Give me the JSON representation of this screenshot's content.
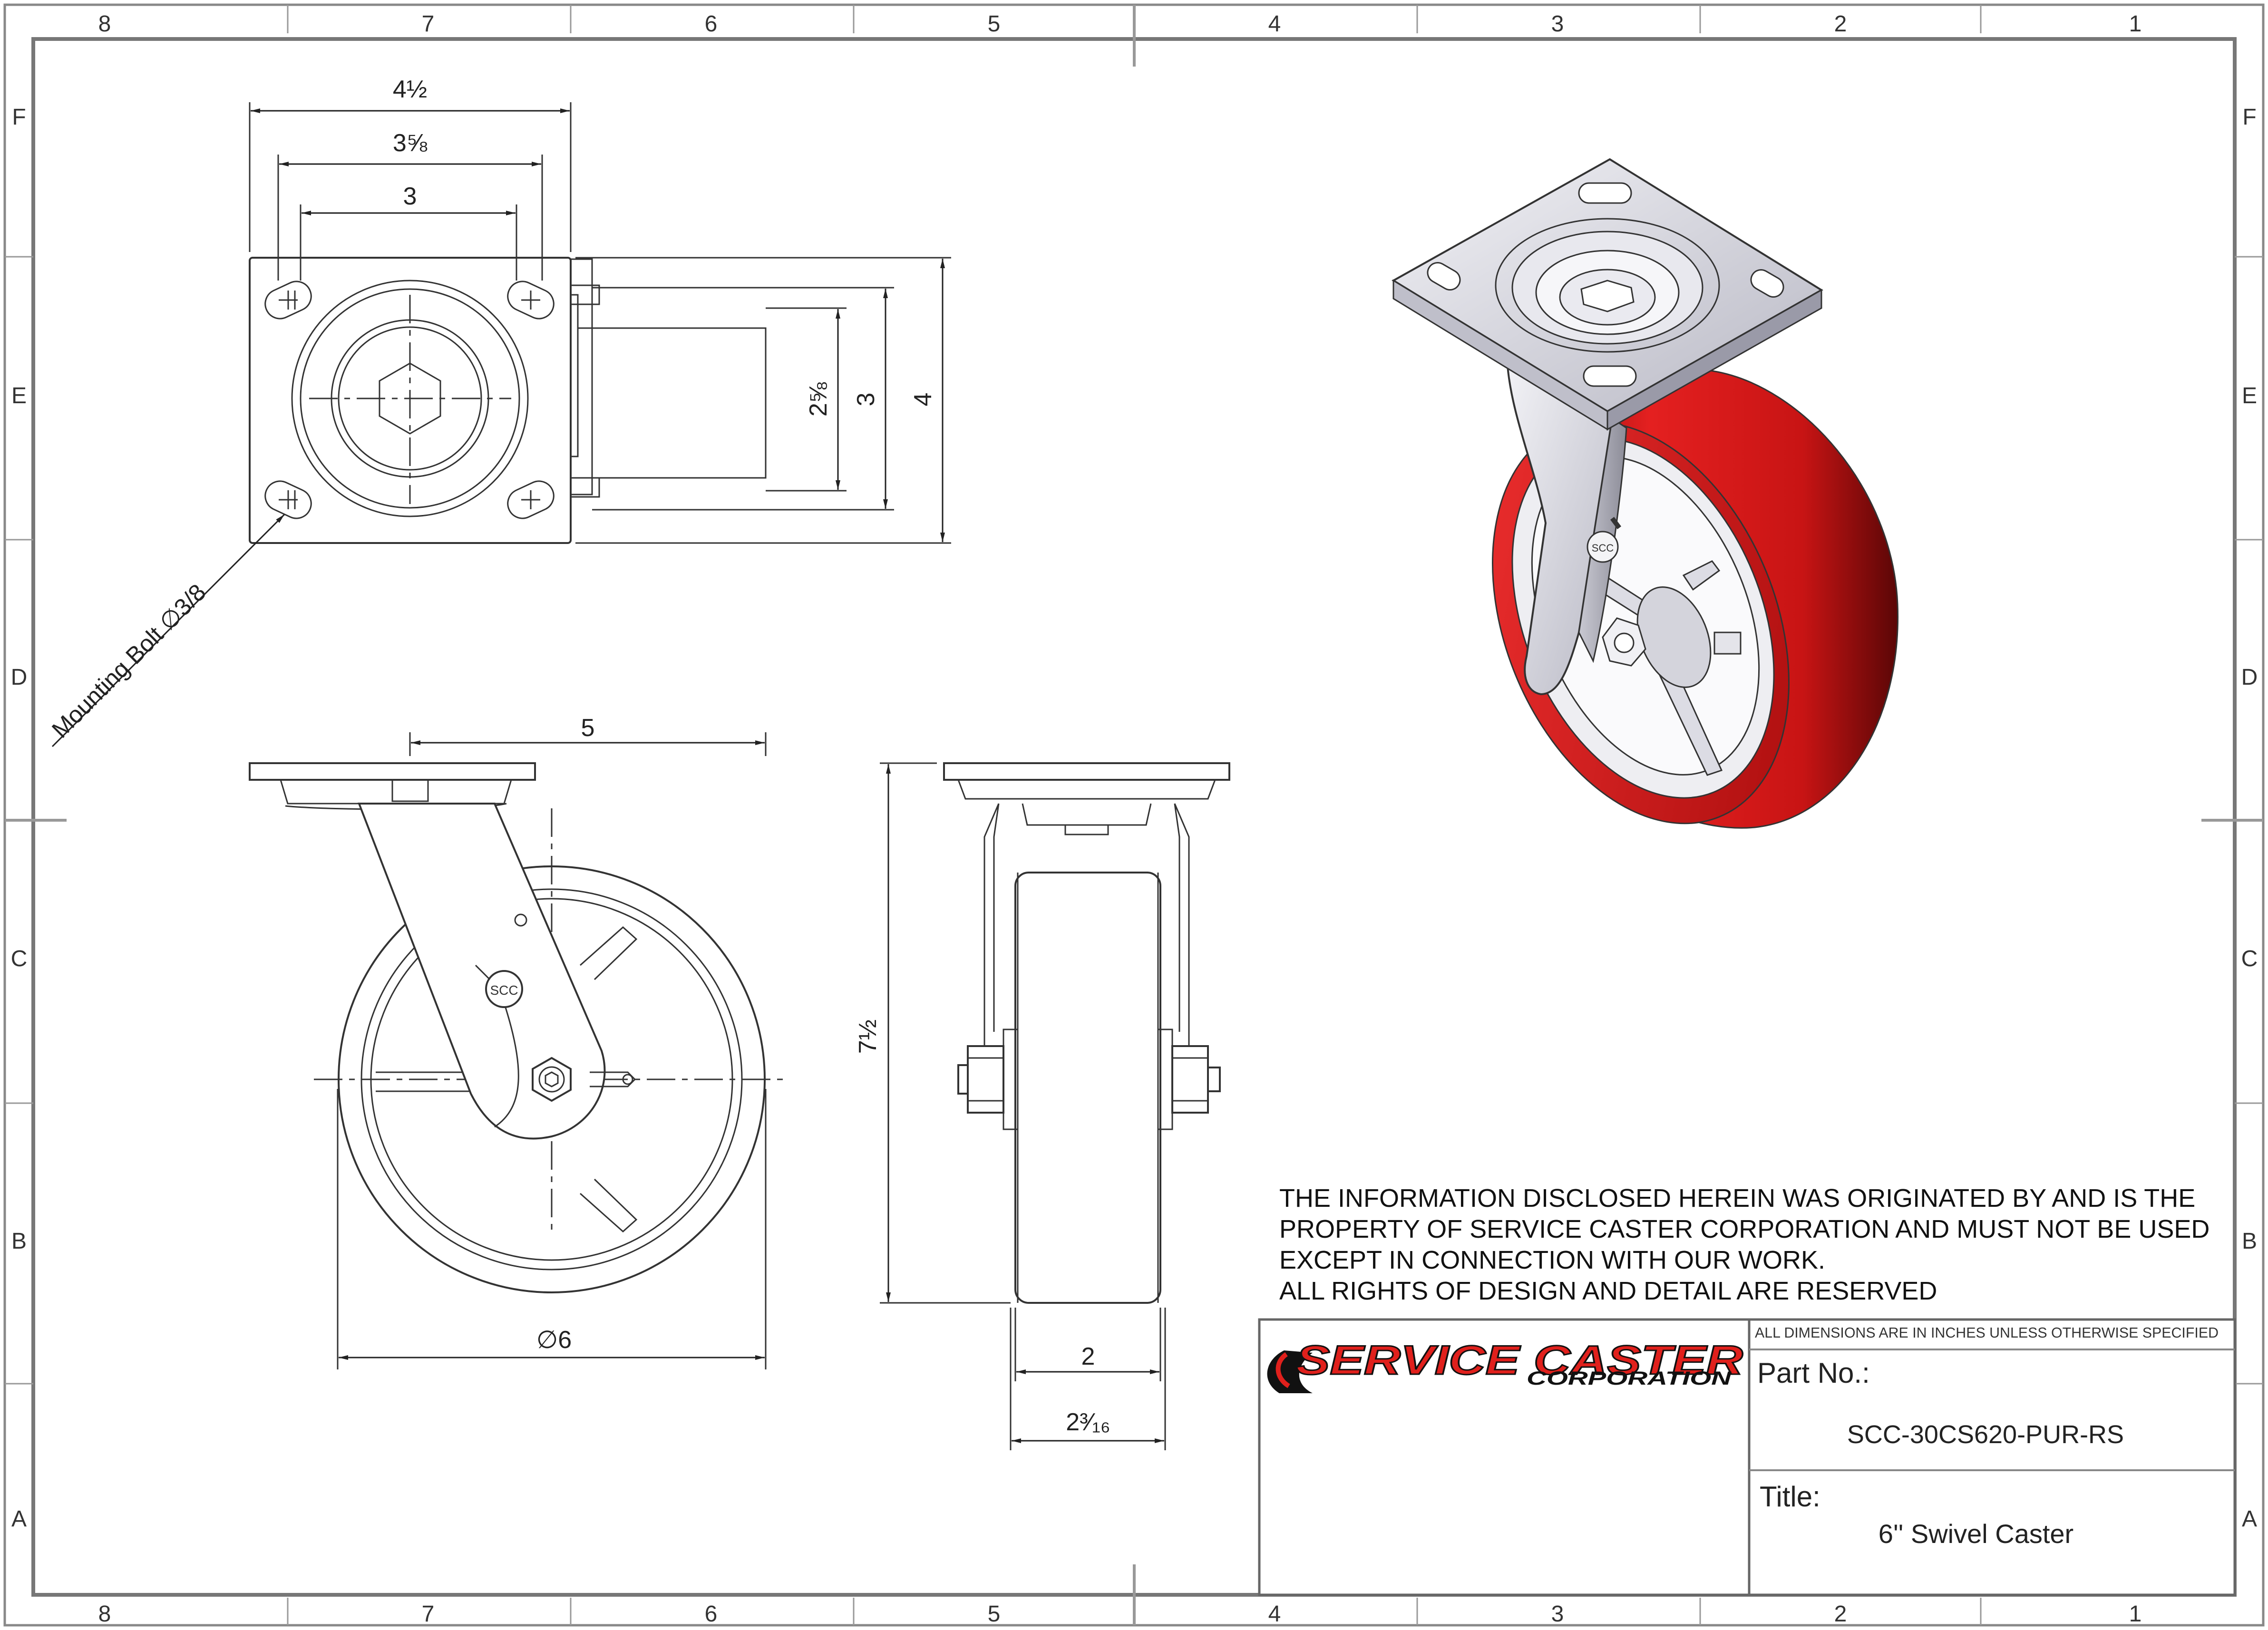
{
  "border": {
    "columns": [
      "8",
      "7",
      "6",
      "5",
      "4",
      "3",
      "2",
      "1"
    ],
    "rows": [
      "F",
      "E",
      "D",
      "C",
      "B",
      "A"
    ]
  },
  "top_view": {
    "dim_overall_width": "4½",
    "dim_slot_span": "3⅝",
    "dim_hole_span": "3",
    "dim_inner_height": "2⅝",
    "dim_hole_height": "3",
    "dim_overall_height": "4",
    "mounting_bolt_label": "Mounting Bolt ∅3/8"
  },
  "side_view": {
    "dim_swivel_lead": "5",
    "dim_wheel_diameter": "∅6",
    "hub_badge": "SCC"
  },
  "front_view": {
    "dim_overall_height": "7½",
    "dim_wheel_width": "2",
    "dim_hub_width": "2³⁄₁₆"
  },
  "iso_view": {
    "hub_badge": "SCC"
  },
  "notice": {
    "line1": "THE INFORMATION DISCLOSED HEREIN WAS ORIGINATED BY AND IS THE",
    "line2": "PROPERTY OF SERVICE CASTER CORPORATION AND MUST NOT BE USED",
    "line3": "EXCEPT IN CONNECTION WITH OUR WORK.",
    "line4": "ALL RIGHTS OF DESIGN AND DETAIL ARE RESERVED"
  },
  "title_block": {
    "logo_main": "SERVICE CASTER",
    "logo_sub": "CORPORATION",
    "dims_note": "ALL DIMENSIONS ARE IN INCHES UNLESS OTHERWISE SPECIFIED",
    "part_no_label": "Part No.:",
    "part_no_value": "SCC-30CS620-PUR-RS",
    "title_label": "Title:",
    "title_value": "6'' Swivel Caster"
  },
  "colors": {
    "wheel_red": "#d81a1a",
    "logo_red": "#e0201c",
    "ink": "#222222"
  }
}
